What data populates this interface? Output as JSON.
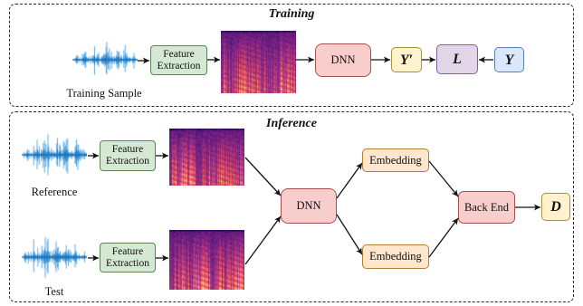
{
  "colors": {
    "feature_fill": "#d5e8d4",
    "feature_stroke": "#5d8455",
    "dnn_fill": "#f8cecc",
    "dnn_stroke": "#a8504c",
    "output_fill": "#fff2cc",
    "output_stroke": "#a8913f",
    "loss_fill": "#e1d5e7",
    "loss_stroke": "#80629a",
    "target_fill": "#dae8fc",
    "target_stroke": "#5a7fb0",
    "embedding_fill": "#ffe6cc",
    "embedding_stroke": "#b08033",
    "waveform": "#2f97dc",
    "waveform_dark": "#1666ad",
    "arrow": "#111111"
  },
  "training": {
    "title": "Training",
    "sample_label": "Training Sample",
    "feature_extraction": "Feature Extraction",
    "model": "DNN",
    "prediction": "Y′",
    "loss": "L",
    "target": "Y"
  },
  "inference": {
    "title": "Inference",
    "reference_label": "Reference",
    "reference_feature_extraction": "Feature Extraction",
    "test_label": "Test",
    "test_feature_extraction": "Feature Extraction",
    "model": "DNN",
    "reference_embedding": "Embedding",
    "test_embedding": "Embedding",
    "back_end": "Back End",
    "decision": "D"
  }
}
